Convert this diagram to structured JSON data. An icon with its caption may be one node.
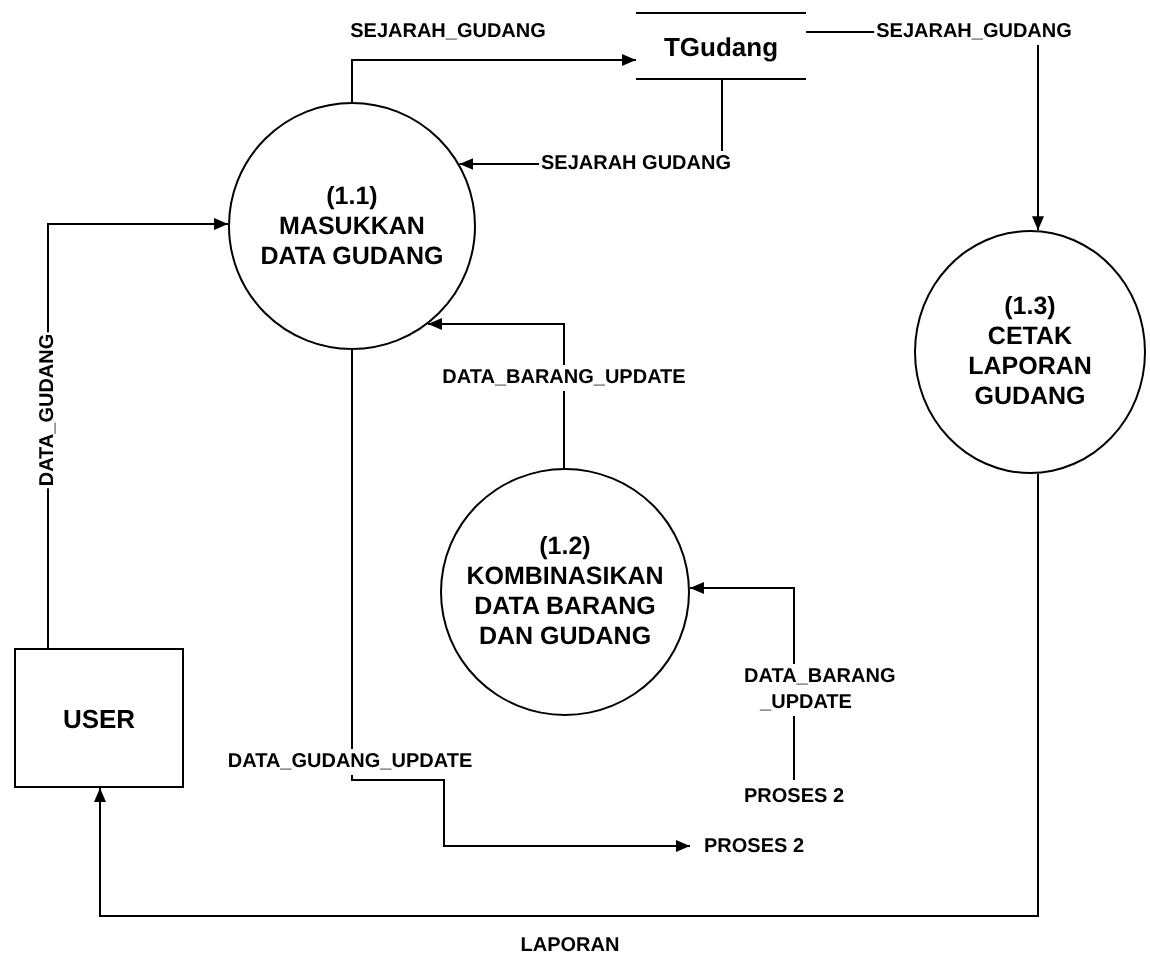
{
  "diagram": {
    "nodes": [
      {
        "text": [
          "TGudang"
        ]
      },
      {
        "text": [
          "(1.1)",
          "MASUKKAN DATA GUDANG"
        ]
      },
      {
        "text": [
          "(1.3)",
          "CETAK LAPORAN GUDANG"
        ]
      },
      {
        "text": [
          "(1.2)",
          "KOMBINASIKAN DATA BARANG DAN GUDANG"
        ]
      },
      {
        "text": [
          "USER"
        ]
      },
      {
        "text": [
          "PROSES 2"
        ]
      },
      {
        "text": [
          "PROSES 2"
        ]
      }
    ],
    "edges": [
      {
        "from": 1,
        "to": 0,
        "arrow": "to",
        "label": "SEJARAH_GUDANG"
      },
      {
        "from": 0,
        "to": 1,
        "arrow": "to",
        "label": "SEJARAH GUDANG"
      },
      {
        "from": 0,
        "to": 2,
        "arrow": "to",
        "label": "SEJARAH_GUDANG"
      },
      {
        "from": 4,
        "to": 1,
        "arrow": "to",
        "label": "DATA_GUDANG"
      },
      {
        "from": 3,
        "to": 1,
        "arrow": "to",
        "label": "DATA_BARANG_UPDATE"
      },
      {
        "from": 5,
        "to": 3,
        "arrow": "to",
        "label": "DATA_BARANG _UPDATE"
      },
      {
        "from": 1,
        "to": 6,
        "arrow": "to",
        "label": "DATA_GUDANG_UPDATE"
      },
      {
        "from": 2,
        "to": 4,
        "arrow": "to",
        "label": "LAPORAN"
      }
    ]
  }
}
